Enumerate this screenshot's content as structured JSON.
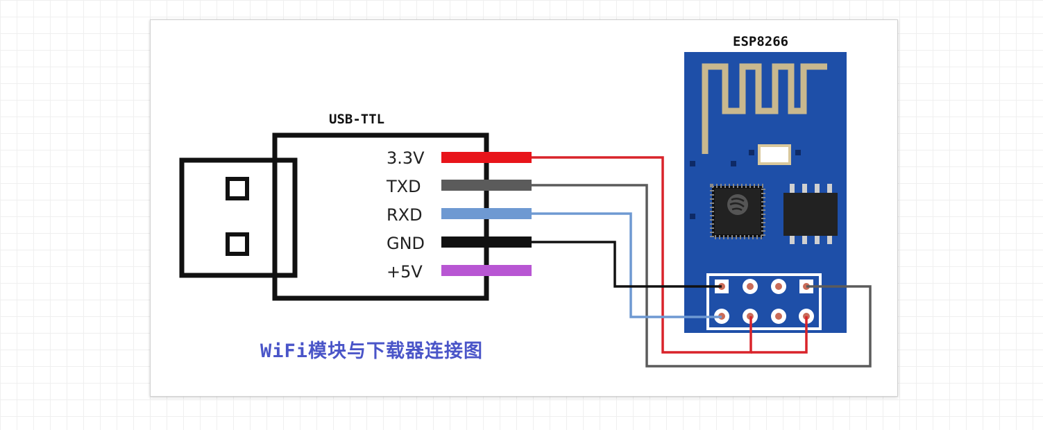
{
  "diagram": {
    "usb_title": "USB-TTL",
    "esp_title": "ESP8266",
    "caption": "WiFi模块与下载器连接图",
    "pins": [
      {
        "label": "3.3V",
        "color": "#e8141a"
      },
      {
        "label": "TXD",
        "color": "#5b5b5b"
      },
      {
        "label": "RXD",
        "color": "#6e99d2"
      },
      {
        "label": "GND",
        "color": "#111111"
      },
      {
        "label": "+5V",
        "color": "#b856d3"
      }
    ],
    "colors": {
      "pcb": "#1e4fa8",
      "antenna": "#c9b88e",
      "chip": "#222222",
      "header_pin": "#c96b58",
      "wire_red": "#d9232a",
      "wire_gray": "#5b5b5b",
      "wire_blue": "#6e99d2",
      "wire_black": "#111111"
    }
  }
}
